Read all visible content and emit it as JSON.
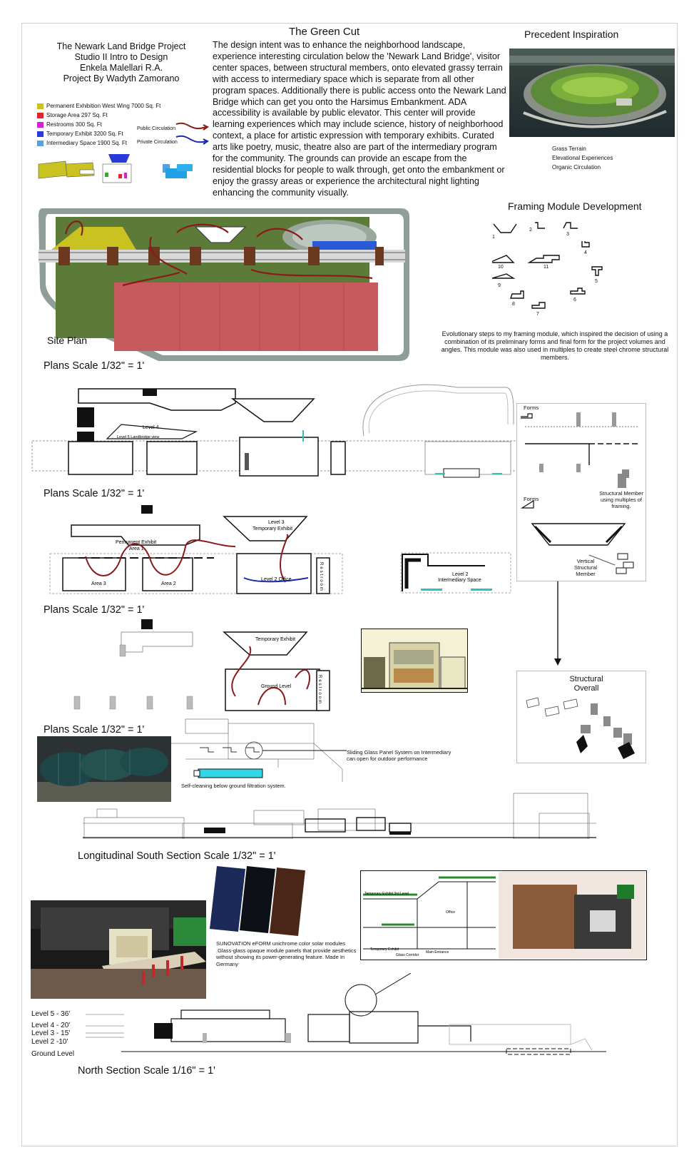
{
  "header": {
    "title_lines": [
      "The Newark Land Bridge Project",
      "Studio II Intro to Design",
      "Enkela Malellari  R.A.",
      "Project By Wadyth Zamorano"
    ]
  },
  "legend": {
    "items": [
      {
        "label": "Permanent Exhibition West Wing 7000 Sq. Ft",
        "color": "#c9c221"
      },
      {
        "label": "Storage Area 297 Sq. Ft",
        "color": "#e0262c"
      },
      {
        "label": "Restrooms 300 Sq. Ft",
        "color": "#d620d6"
      },
      {
        "label": "Temporary Exhibit  3200 Sq. Ft",
        "color": "#2a3ad6"
      },
      {
        "label": "Intermediary Space 1900 Sq. Ft",
        "color": "#5c9fe0"
      }
    ],
    "public_circulation": "Public Circulation",
    "private_circulation": "Private Circulation"
  },
  "intro": {
    "title": "The Green Cut",
    "body": "The design intent was to enhance the neighborhood landscape, experience interesting circulation below the 'Newark Land Bridge', visitor center spaces, between structural members, onto elevated grassy terrain with access to intermediary space which is separate from all other program spaces. Additionally there is public access onto the Newark Land Bridge which can get you onto the Harsimus Embankment. ADA accessibility is available by public elevator. This center will provide learning experiences which may include science, history of neighborhood context, a place for artistic expression with temporary exhibits. Curated arts like poetry, music, theatre also are part of the intermediary program for the community. The grounds can provide an escape from the residential blocks for people to walk through, get onto the embankment or enjoy the grassy areas or experience the architectural night lighting enhancing the community visually."
  },
  "inspiration": {
    "title": "Precedent Inspiration",
    "notes": [
      "Grass Terrain",
      "Elevational Experiences",
      "Organic Circulation"
    ]
  },
  "framing": {
    "title": "Framing Module Development",
    "numbers": [
      "1",
      "2",
      "3",
      "4",
      "5",
      "6",
      "7",
      "8",
      "9",
      "10",
      "11"
    ],
    "description": "Evolutionary steps to my framing module, which inspired the decision of using a combination of its preliminary forms and final form for the project volumes and angles. This module was also used in multiples to create steel chrome structural members."
  },
  "site_plan": {
    "label": "Site Plan"
  },
  "plans": {
    "scale_label": "Plans Scale 1/32\" = 1'",
    "level4": "Level 4",
    "level5_view": "Level 5 Landbridge view",
    "level3": "Level 3",
    "temporary_exhibit": "Temporary Exhibit",
    "permanent_exhibit": "Permanent Exhibit",
    "area1": "Area 1",
    "area2": "Area 2",
    "area3": "Area 3",
    "level2_office": "Level 2 Office",
    "level2": "Level 2",
    "intermediary_space": "Intermediary Space",
    "ground_temporary": "Temporary Exhibit",
    "ground_level": "Ground Level",
    "restroom": "Restroom"
  },
  "structure": {
    "forms": "Forms",
    "structural_member": "Structural Member using multiples of framing.",
    "vertical_member": "Vertical Structural Member",
    "overall_title": "Structural Overall"
  },
  "details": {
    "sliding_glass": "Sliding Glass Panel System on Intermediary can open for outdoor performance",
    "filtration": "Self-cleaning below ground filtration system."
  },
  "sections": {
    "longitudinal": "Longitudinal South Section Scale 1/32\" = 1'",
    "north": "North Section Scale 1/16\" = 1'",
    "levels": [
      "Level 5 - 36'",
      "Level 4 - 20'",
      "Level 3 - 15'",
      "Level 2 -10'",
      "Ground Level"
    ]
  },
  "solar": {
    "text": "SUNOVATION eFORM unichrome color solar modules .Glass-glass opaque module panels that provide aesthetics without showing its power-generating feature. Made In Germany"
  },
  "section_model": {
    "labels": [
      "Temporary Exhibit 3rd Level",
      "Office",
      "Temporary Exhibit",
      "Glass Corridor",
      "Main Entrance"
    ]
  }
}
